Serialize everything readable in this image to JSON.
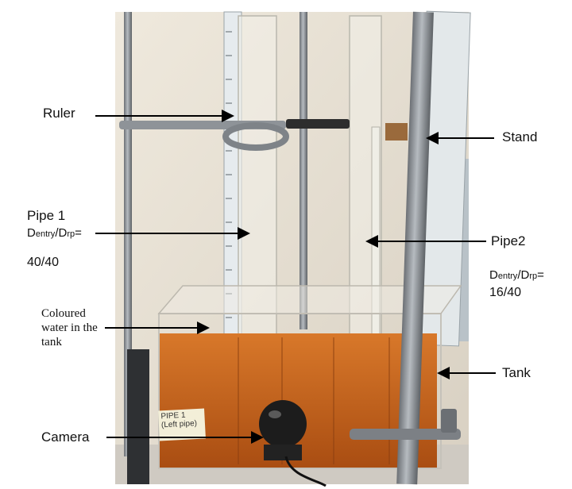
{
  "labels": {
    "ruler": "Ruler",
    "stand": "Stand",
    "pipe1": "Pipe 1",
    "pipe1_ratio_entry": "entry",
    "pipe1_ratio_rp": "rp",
    "pipe1_value": "40/40",
    "pipe2": "Pipe2",
    "pipe2_ratio_entry": "entry",
    "pipe2_ratio_rp": "rp",
    "pipe2_value": "16/40",
    "coloured_water": [
      "Coloured",
      "water in the",
      "tank"
    ],
    "tank": "Tank",
    "camera": "Camera"
  },
  "sticky_note": [
    "PIPE 1",
    "(Left pipe)"
  ],
  "colors": {
    "water": "#c8651e",
    "stand": "#8f9499",
    "ruler": "#e7ecef",
    "wall": "#e8e2d6"
  }
}
